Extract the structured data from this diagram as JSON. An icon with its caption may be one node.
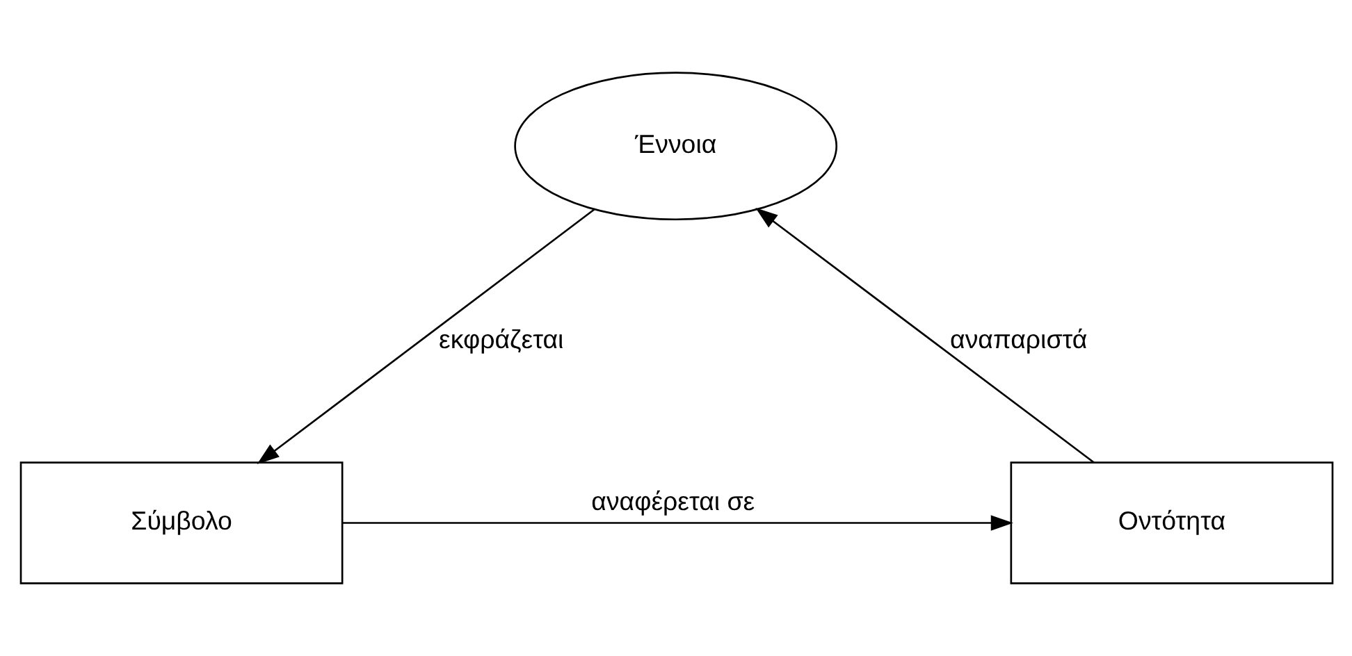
{
  "diagram": {
    "nodes": [
      {
        "text": [
          "Έννοια"
        ]
      },
      {
        "text": [
          "Σύμβολο"
        ]
      },
      {
        "text": [
          "Οντότητα"
        ]
      }
    ],
    "edges": [
      {
        "from": 0,
        "to": 1,
        "arrow": "to",
        "label": "εκφράζεται"
      },
      {
        "from": 2,
        "to": 0,
        "arrow": "to",
        "label": "αναπαριστά"
      },
      {
        "from": 1,
        "to": 2,
        "arrow": "to",
        "label": "αναφέρεται σε"
      }
    ]
  }
}
